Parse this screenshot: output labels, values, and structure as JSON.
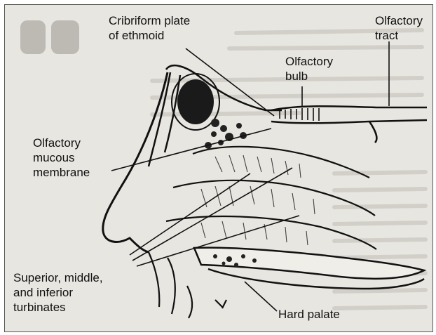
{
  "diagram": {
    "labels": {
      "cribriform": [
        "Cribriform plate",
        "of ethmoid"
      ],
      "olfactory_tract": [
        "Olfactory",
        "tract"
      ],
      "olfactory_bulb": [
        "Olfactory",
        "bulb"
      ],
      "mucous_membrane": [
        "Olfactory",
        "mucous",
        "membrane"
      ],
      "turbinates": [
        "Superior, middle,",
        "and inferior",
        "turbinates"
      ],
      "hard_palate": [
        "Hard palate"
      ]
    }
  },
  "colors": {
    "background": "#e8e6e1",
    "ink": "#111111",
    "faded_text": "#b9b6ae"
  }
}
